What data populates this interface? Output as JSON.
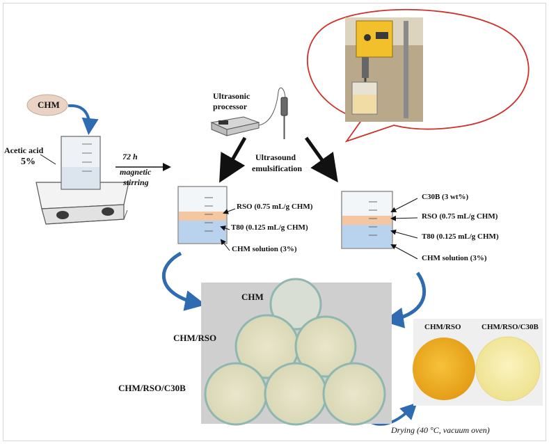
{
  "start": {
    "chm": "CHM",
    "acetic_acid": "Acetic acid",
    "acetic_percent": "5%"
  },
  "stirring": {
    "time": "72 h",
    "line1": "magnetic",
    "line2": "stirring"
  },
  "processor": {
    "line1": "Ultrasonic",
    "line2": "processor"
  },
  "emulsify": {
    "line1": "Ultrasound",
    "line2": "emulsification"
  },
  "left_beaker": {
    "rso": "RSO (0.75 mL/g CHM)",
    "t80": "T80 (0.125 mL/g CHM)",
    "chm_solution": "CHM solution (3%)"
  },
  "right_beaker": {
    "c30b": "C30B (3 wt%)",
    "rso": "RSO (0.75 mL/g CHM)",
    "t80": "T80 (0.125 mL/g CHM)",
    "chm_solution": "CHM solution (3%)"
  },
  "dishes": {
    "chm": "CHM",
    "chm_rso": "CHM/RSO",
    "chm_rso_c30b": "CHM/RSO/C30B"
  },
  "films": {
    "chm_rso": "CHM/RSO",
    "chm_rso_c30b": "CHM/RSO/C30B"
  },
  "drying": "Drying (40 °C, vacuum oven)",
  "colors": {
    "arrow_blue": "#2f6bb0",
    "bubble_red": "#d0302a",
    "oil": "#f4c7a1",
    "solution": "#b9d2ee"
  }
}
